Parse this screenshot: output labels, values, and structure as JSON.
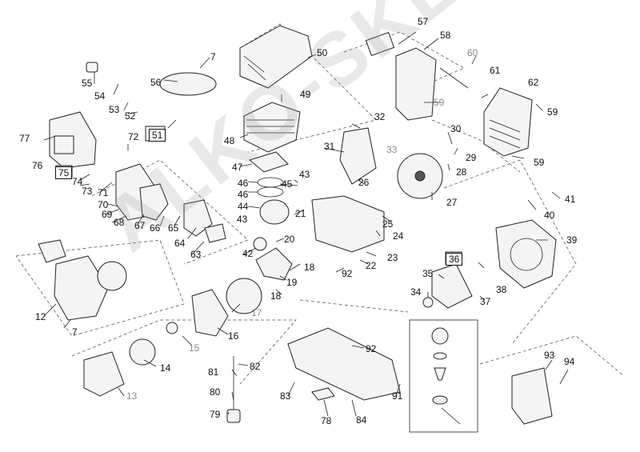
{
  "watermark": "ALKO-SKLEP.PL",
  "labels": [
    {
      "id": "7a",
      "text": "7"
    },
    {
      "id": "50",
      "text": "50"
    },
    {
      "id": "57",
      "text": "57"
    },
    {
      "id": "58",
      "text": "58"
    },
    {
      "id": "60",
      "text": "60"
    },
    {
      "id": "61",
      "text": "61"
    },
    {
      "id": "62",
      "text": "62"
    },
    {
      "id": "55",
      "text": "55"
    },
    {
      "id": "56",
      "text": "56"
    },
    {
      "id": "54",
      "text": "54"
    },
    {
      "id": "49",
      "text": "49"
    },
    {
      "id": "59a",
      "text": "59"
    },
    {
      "id": "59b",
      "text": "59"
    },
    {
      "id": "53",
      "text": "53"
    },
    {
      "id": "52",
      "text": "52"
    },
    {
      "id": "32",
      "text": "32"
    },
    {
      "id": "30",
      "text": "30"
    },
    {
      "id": "51",
      "text": "51"
    },
    {
      "id": "48",
      "text": "48"
    },
    {
      "id": "72",
      "text": "72"
    },
    {
      "id": "31",
      "text": "31"
    },
    {
      "id": "33",
      "text": "33"
    },
    {
      "id": "29",
      "text": "29"
    },
    {
      "id": "77",
      "text": "77"
    },
    {
      "id": "59c",
      "text": "59"
    },
    {
      "id": "76",
      "text": "76"
    },
    {
      "id": "47",
      "text": "47"
    },
    {
      "id": "28",
      "text": "28"
    },
    {
      "id": "75",
      "text": "75"
    },
    {
      "id": "74",
      "text": "74"
    },
    {
      "id": "43a",
      "text": "43"
    },
    {
      "id": "26",
      "text": "26"
    },
    {
      "id": "73",
      "text": "73"
    },
    {
      "id": "71",
      "text": "71"
    },
    {
      "id": "46a",
      "text": "46"
    },
    {
      "id": "45",
      "text": "45"
    },
    {
      "id": "41",
      "text": "41"
    },
    {
      "id": "70",
      "text": "70"
    },
    {
      "id": "46b",
      "text": "46"
    },
    {
      "id": "27",
      "text": "27"
    },
    {
      "id": "44",
      "text": "44"
    },
    {
      "id": "69",
      "text": "69"
    },
    {
      "id": "40",
      "text": "40"
    },
    {
      "id": "21",
      "text": "21"
    },
    {
      "id": "68",
      "text": "68"
    },
    {
      "id": "67",
      "text": "67"
    },
    {
      "id": "66",
      "text": "66"
    },
    {
      "id": "43b",
      "text": "43"
    },
    {
      "id": "25",
      "text": "25"
    },
    {
      "id": "65",
      "text": "65"
    },
    {
      "id": "64",
      "text": "64"
    },
    {
      "id": "24",
      "text": "24"
    },
    {
      "id": "39",
      "text": "39"
    },
    {
      "id": "20",
      "text": "20"
    },
    {
      "id": "63",
      "text": "63"
    },
    {
      "id": "42",
      "text": "42"
    },
    {
      "id": "23",
      "text": "23"
    },
    {
      "id": "36",
      "text": "36"
    },
    {
      "id": "18a",
      "text": "18"
    },
    {
      "id": "22",
      "text": "22"
    },
    {
      "id": "35",
      "text": "35"
    },
    {
      "id": "38",
      "text": "38"
    },
    {
      "id": "92a",
      "text": "92"
    },
    {
      "id": "19",
      "text": "19"
    },
    {
      "id": "12",
      "text": "12"
    },
    {
      "id": "34",
      "text": "34"
    },
    {
      "id": "37",
      "text": "37"
    },
    {
      "id": "18b",
      "text": "18"
    },
    {
      "id": "17",
      "text": "17"
    },
    {
      "id": "7b",
      "text": "7"
    },
    {
      "id": "16",
      "text": "16"
    },
    {
      "id": "15",
      "text": "15"
    },
    {
      "id": "92b",
      "text": "92"
    },
    {
      "id": "93",
      "text": "93"
    },
    {
      "id": "94",
      "text": "94"
    },
    {
      "id": "82",
      "text": "82"
    },
    {
      "id": "14",
      "text": "14"
    },
    {
      "id": "81",
      "text": "81"
    },
    {
      "id": "13",
      "text": "13"
    },
    {
      "id": "83",
      "text": "83"
    },
    {
      "id": "91",
      "text": "91"
    },
    {
      "id": "80",
      "text": "80"
    },
    {
      "id": "78",
      "text": "78"
    },
    {
      "id": "84",
      "text": "84"
    },
    {
      "id": "79",
      "text": "79"
    }
  ]
}
